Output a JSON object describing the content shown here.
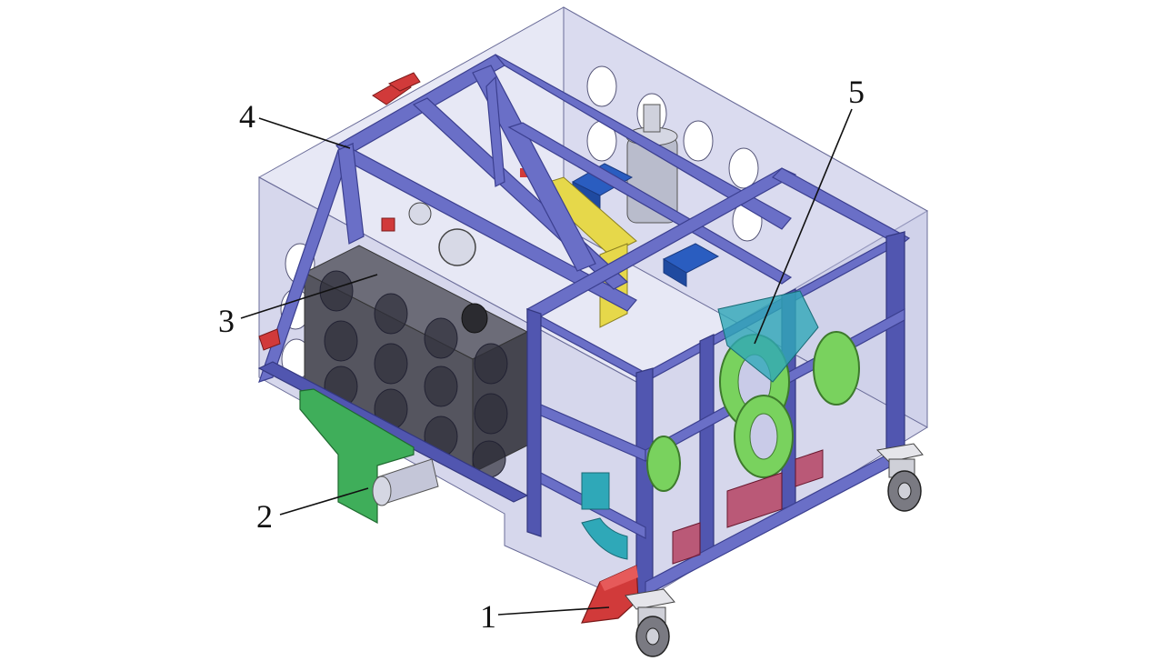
{
  "callouts": [
    {
      "id": "1",
      "label": "1"
    },
    {
      "id": "2",
      "label": "2"
    },
    {
      "id": "3",
      "label": "3"
    },
    {
      "id": "4",
      "label": "4"
    },
    {
      "id": "5",
      "label": "5"
    }
  ],
  "colors": {
    "frame": "#6a6fc7",
    "enclosure": "#c9cbe8",
    "tank": "#5a5a66",
    "bracket_green": "#3fae5a",
    "cutter_red": "#d13a3a",
    "wheel_green": "#79d25e",
    "teal_part": "#2fa8b8",
    "yellow_part": "#e6d84a"
  }
}
